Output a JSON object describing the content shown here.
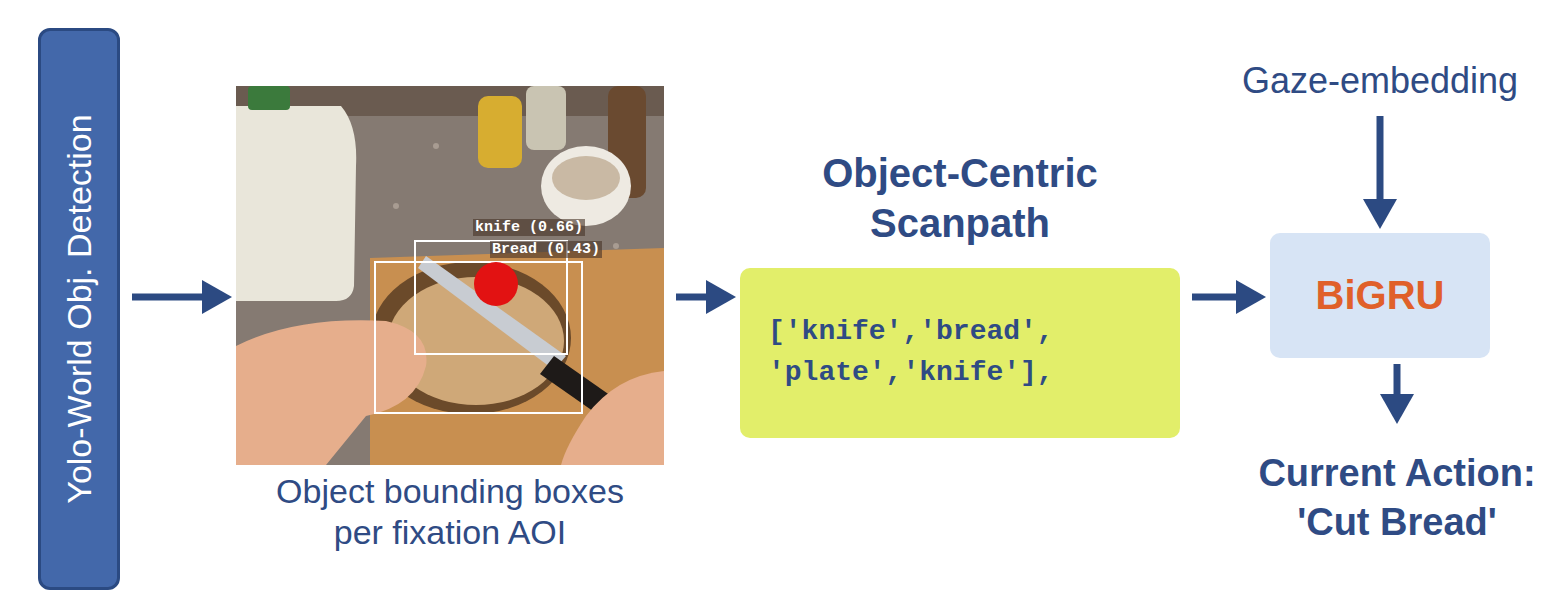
{
  "diagram": {
    "nodes": [
      {
        "text": [
          "Yolo-World Obj. Detection"
        ]
      },
      {
        "text": [
          "Object bounding boxes per fixation AOI"
        ]
      },
      {
        "text": [
          "Object-Centric Scanpath",
          "['knife','bread', 'plate','knife'],"
        ]
      },
      {
        "text": [
          "Gaze-embedding"
        ]
      },
      {
        "text": [
          "BiGRU"
        ]
      },
      {
        "text": [
          "Current Action: 'Cut Bread'"
        ]
      }
    ],
    "edges": [
      {
        "from": 0,
        "to": 1,
        "arrow": "to"
      },
      {
        "from": 1,
        "to": 2,
        "arrow": "to"
      },
      {
        "from": 2,
        "to": 4,
        "arrow": "to"
      },
      {
        "from": 3,
        "to": 4,
        "arrow": "to"
      },
      {
        "from": 4,
        "to": 5,
        "arrow": "to"
      }
    ],
    "labels": [
      "knife (0.66)",
      "Bread (0.43)"
    ]
  }
}
